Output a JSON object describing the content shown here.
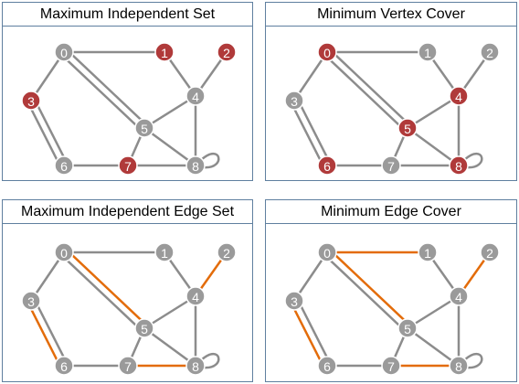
{
  "colors": {
    "edge": "#8c8c8c",
    "edge_highlight": "#e36c0a",
    "node_default": "#9a9a9a",
    "node_highlight": "#b03a3a",
    "node_stroke": "#ffffff",
    "panel_border": "#5f7f9f"
  },
  "graph": {
    "nodes": [
      {
        "id": "0",
        "label": "0"
      },
      {
        "id": "1",
        "label": "1"
      },
      {
        "id": "2",
        "label": "2"
      },
      {
        "id": "3",
        "label": "3"
      },
      {
        "id": "4",
        "label": "4"
      },
      {
        "id": "5",
        "label": "5"
      },
      {
        "id": "6",
        "label": "6"
      },
      {
        "id": "7",
        "label": "7"
      },
      {
        "id": "8",
        "label": "8"
      }
    ],
    "edges": [
      {
        "id": "0-1",
        "from": "0",
        "to": "1"
      },
      {
        "id": "0-3",
        "from": "0",
        "to": "3"
      },
      {
        "id": "0-5a",
        "from": "0",
        "to": "5"
      },
      {
        "id": "0-5b",
        "from": "0",
        "to": "5"
      },
      {
        "id": "3-6a",
        "from": "3",
        "to": "6"
      },
      {
        "id": "3-6b",
        "from": "3",
        "to": "6"
      },
      {
        "id": "1-4",
        "from": "1",
        "to": "4"
      },
      {
        "id": "2-4",
        "from": "2",
        "to": "4"
      },
      {
        "id": "4-5",
        "from": "4",
        "to": "5"
      },
      {
        "id": "4-8",
        "from": "4",
        "to": "8"
      },
      {
        "id": "5-7",
        "from": "5",
        "to": "7"
      },
      {
        "id": "5-8",
        "from": "5",
        "to": "8"
      },
      {
        "id": "6-7",
        "from": "6",
        "to": "7"
      },
      {
        "id": "7-8",
        "from": "7",
        "to": "8"
      },
      {
        "id": "8-8",
        "from": "8",
        "to": "8",
        "loop": true
      }
    ]
  },
  "panels": [
    {
      "title": "Maximum Independent Set",
      "highlight_nodes": [
        "1",
        "2",
        "3",
        "7"
      ],
      "highlight_edges": []
    },
    {
      "title": "Minimum Vertex Cover",
      "highlight_nodes": [
        "0",
        "4",
        "5",
        "6",
        "8"
      ],
      "highlight_edges": []
    },
    {
      "title": "Maximum Independent Edge Set",
      "highlight_nodes": [],
      "highlight_edges": [
        "0-5a",
        "2-4",
        "3-6b",
        "7-8"
      ]
    },
    {
      "title": "Minimum Edge Cover",
      "highlight_nodes": [],
      "highlight_edges": [
        "0-1",
        "0-5a",
        "2-4",
        "3-6b",
        "7-8"
      ]
    }
  ]
}
